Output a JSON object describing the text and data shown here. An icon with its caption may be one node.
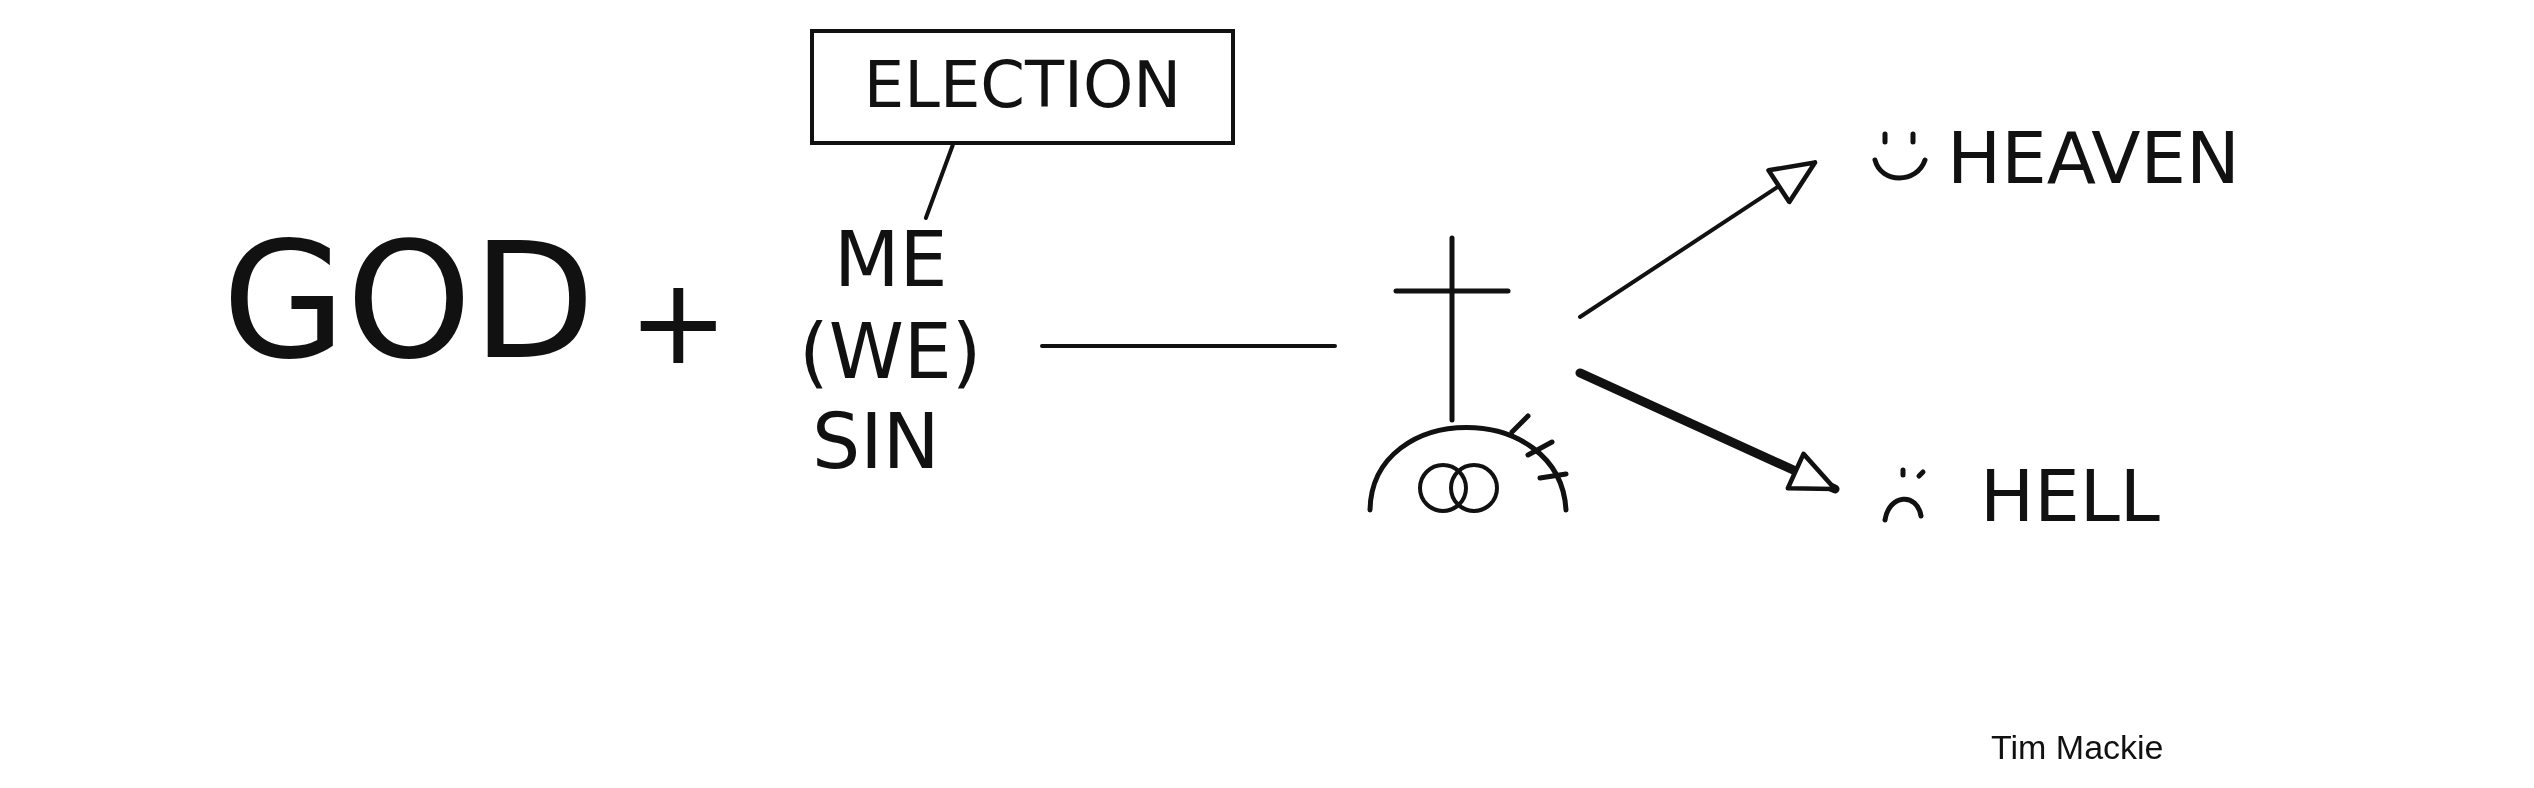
{
  "diagram": {
    "nodes": [
      {
        "text": [
          "ELECTION"
        ]
      },
      {
        "text": [
          "ME"
        ]
      },
      {
        "text": [
          "(WE)"
        ]
      },
      {
        "text": [],
        "shape": "picture"
      },
      {
        "text": [
          "HEAVEN"
        ]
      },
      {
        "text": [
          "HELL"
        ]
      }
    ],
    "edges": [
      {
        "from": 0,
        "to": 1,
        "arrow": "none"
      },
      {
        "from": 2,
        "to": 3,
        "arrow": "none"
      },
      {
        "from": 3,
        "to": 4,
        "arrow": "to"
      },
      {
        "from": 3,
        "to": 5,
        "arrow": "to",
        "style": "thick"
      }
    ],
    "labels": [
      "GOD",
      "+",
      "SIN",
      "Tim Mackie"
    ]
  }
}
